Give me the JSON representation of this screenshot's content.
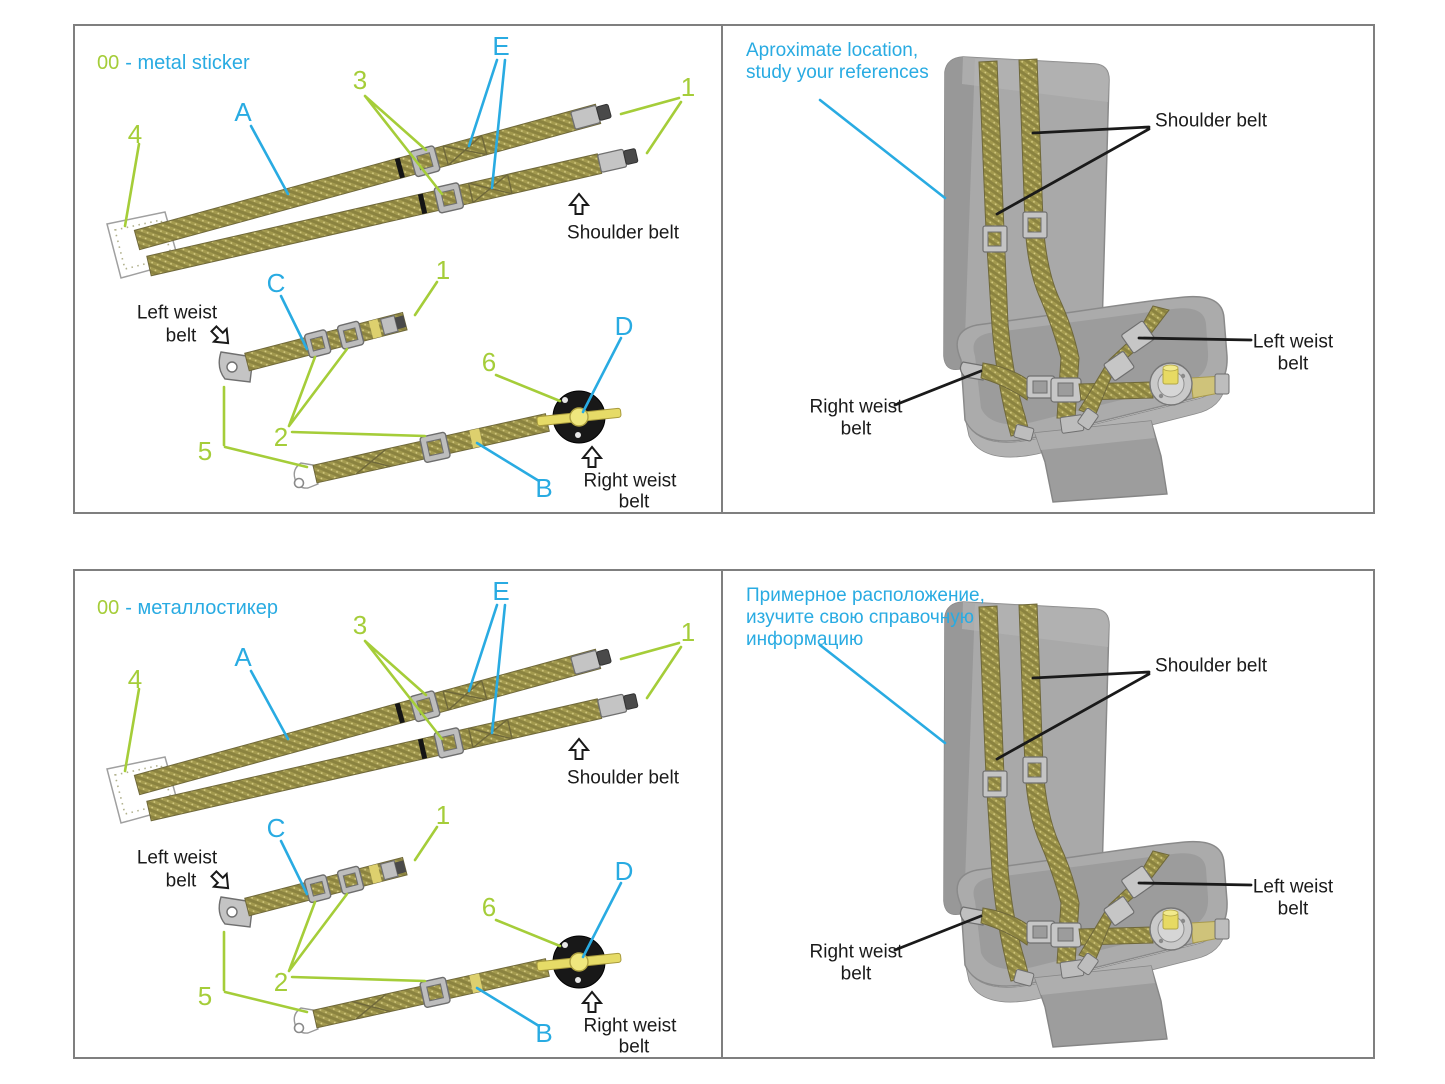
{
  "colors": {
    "accent_green": "#a5cd39",
    "accent_cyan": "#29abe2",
    "text_black": "#1a1a1a",
    "belt_khaki": "#a39a4f",
    "seat_gray": "#a9a9a9",
    "panel_border": "#7f7f7f"
  },
  "diagram": {
    "title_en": {
      "code": "00",
      "label": "- metal sticker"
    },
    "title_ru": {
      "code": "00",
      "label": "- металлостикер"
    },
    "letters": {
      "A": "A",
      "B": "B",
      "C": "C",
      "D": "D",
      "E": "E"
    },
    "numbers": {
      "n1": "1",
      "n2": "2",
      "n3": "3",
      "n4": "4",
      "n5": "5",
      "n6": "6"
    },
    "captions": {
      "shoulder": "Shoulder belt",
      "left_weist": [
        "Left weist",
        "belt"
      ],
      "right_weist": [
        "Right weist",
        "belt"
      ]
    }
  },
  "seat": {
    "note_en": [
      "Aproximate location,",
      "study your references"
    ],
    "note_ru": [
      "Примерное расположение,",
      "изучите свою справочную",
      "информацию"
    ],
    "captions": {
      "shoulder": "Shoulder belt",
      "left_weist": [
        "Left weist",
        "belt"
      ],
      "right_weist": [
        "Right weist",
        "belt"
      ]
    }
  }
}
